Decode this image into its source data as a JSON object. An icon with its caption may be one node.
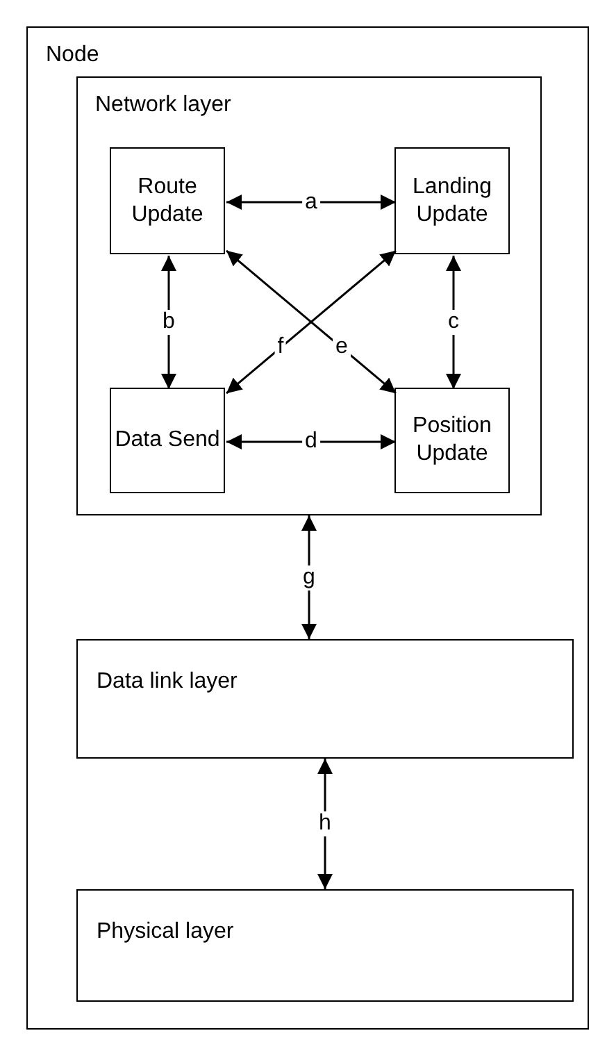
{
  "diagram": {
    "nodes": [
      {
        "text": [
          "Node"
        ]
      },
      {
        "text": [
          "Network layer"
        ],
        "in": 0
      },
      {
        "text": [
          "Route Update"
        ],
        "in": 1
      },
      {
        "text": [
          "Landing Update"
        ],
        "in": 1
      },
      {
        "text": [
          "Data Send"
        ],
        "in": 1
      },
      {
        "text": [
          "Position Update"
        ],
        "in": 1
      },
      {
        "text": [
          "Data link layer"
        ],
        "in": 0
      },
      {
        "text": [
          "Physical layer"
        ],
        "in": 0
      }
    ],
    "edges": [
      {
        "from": 2,
        "to": 3,
        "arrow": "both",
        "label": "a"
      },
      {
        "from": 2,
        "to": 4,
        "arrow": "both",
        "label": "b"
      },
      {
        "from": 3,
        "to": 5,
        "arrow": "both",
        "label": "c"
      },
      {
        "from": 4,
        "to": 5,
        "arrow": "both",
        "label": "d"
      },
      {
        "from": 2,
        "to": 5,
        "arrow": "both",
        "label": "e"
      },
      {
        "from": 3,
        "to": 4,
        "arrow": "both",
        "label": "f"
      },
      {
        "from": 1,
        "to": 6,
        "arrow": "both",
        "label": "g"
      },
      {
        "from": 6,
        "to": 7,
        "arrow": "both",
        "label": "h"
      }
    ]
  }
}
